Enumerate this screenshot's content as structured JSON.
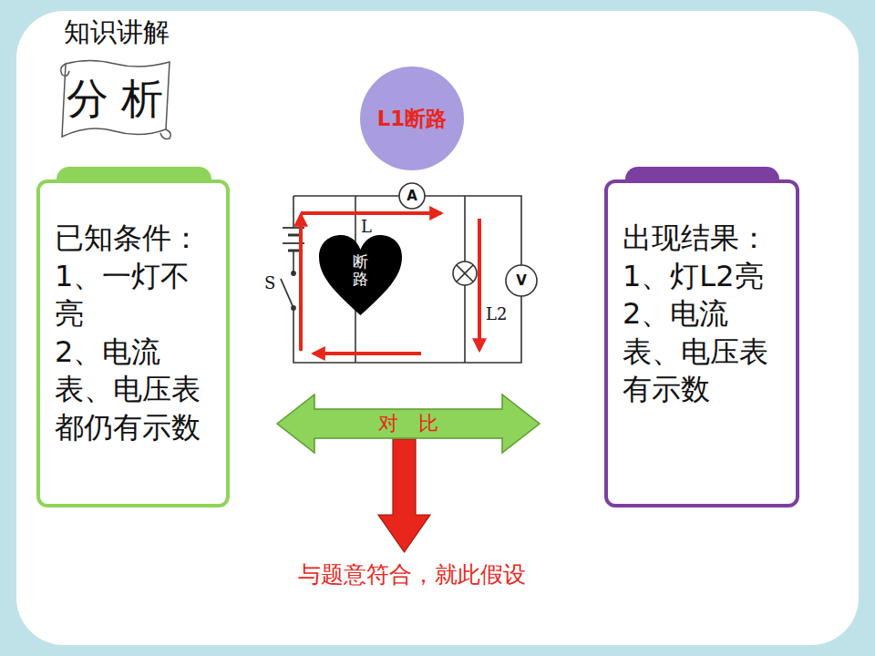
{
  "diagram": {
    "title": "知识讲解",
    "nodes": [
      {
        "text": [
          "分 析"
        ]
      },
      {
        "text": [
          "L1断路"
        ]
      },
      {
        "text": [
          "已知条件：",
          "1、一灯不亮",
          "2、电流表、电压表都仍有示数"
        ]
      },
      {
        "text": [
          "断路"
        ]
      },
      {
        "text": [
          "对　比"
        ]
      },
      {
        "text": [
          "出现结果：",
          "1、灯L2亮",
          "2、电流表、电压表有示数"
        ]
      }
    ],
    "labels": [
      "A",
      "V",
      "S",
      "L",
      "L2",
      "与题意符合，就此假设"
    ]
  }
}
